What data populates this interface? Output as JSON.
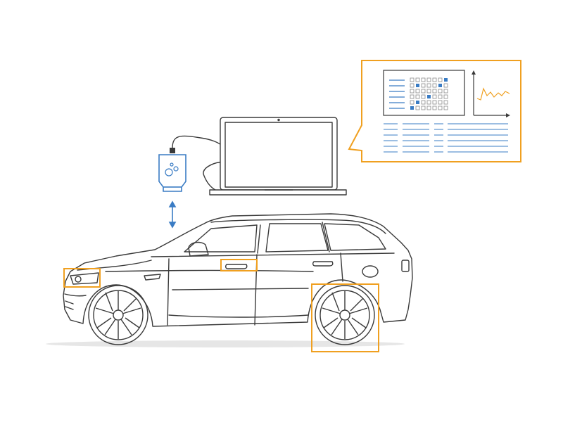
{
  "diagram": {
    "colors": {
      "background": "#ffffff",
      "line": "#3a3a3a",
      "highlight": "#f0a020",
      "accent_blue": "#3a7cc4",
      "ground_shadow": "#e6e6e6",
      "grid_gray": "#8a8a8a"
    },
    "icons": {
      "vehicle": "suv-car-icon",
      "adapter": "obd-adapter-icon",
      "laptop": "laptop-icon",
      "link": "bidirectional-arrow-icon",
      "data_panel": "data-callout-icon"
    },
    "highlights": [
      "headlight",
      "door-handle",
      "rear-wheel"
    ],
    "grid_pattern": [
      [
        0,
        0,
        0,
        0,
        0,
        0,
        1
      ],
      [
        0,
        1,
        0,
        0,
        0,
        1,
        0
      ],
      [
        0,
        0,
        0,
        0,
        0,
        0,
        0
      ],
      [
        0,
        0,
        0,
        1,
        0,
        0,
        0
      ],
      [
        0,
        1,
        0,
        0,
        0,
        0,
        0
      ],
      [
        1,
        0,
        0,
        0,
        0,
        0,
        0
      ]
    ]
  }
}
